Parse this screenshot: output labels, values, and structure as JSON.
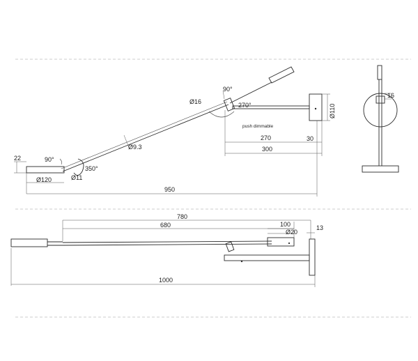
{
  "side_view": {
    "angle_top": "90°",
    "dia_arm_joint": "Ø16",
    "angle_joint": "270°",
    "push_label": "push dimmable",
    "dia_base_plate": "Ø110",
    "dim_270": "270",
    "dim_30": "30",
    "dim_300": "300",
    "dim_22": "22",
    "angle_base": "90°",
    "rotation_base": "350°",
    "dia_rod": "Ø9.3",
    "dia_base": "Ø120",
    "dia_11": "Ø11",
    "dim_950": "950"
  },
  "front_view": {
    "dim_16": "16"
  },
  "top_view": {
    "dim_780": "780",
    "dim_680": "680",
    "dim_100": "100",
    "dia_20": "Ø20",
    "dim_13": "13",
    "dim_1000": "1000"
  }
}
